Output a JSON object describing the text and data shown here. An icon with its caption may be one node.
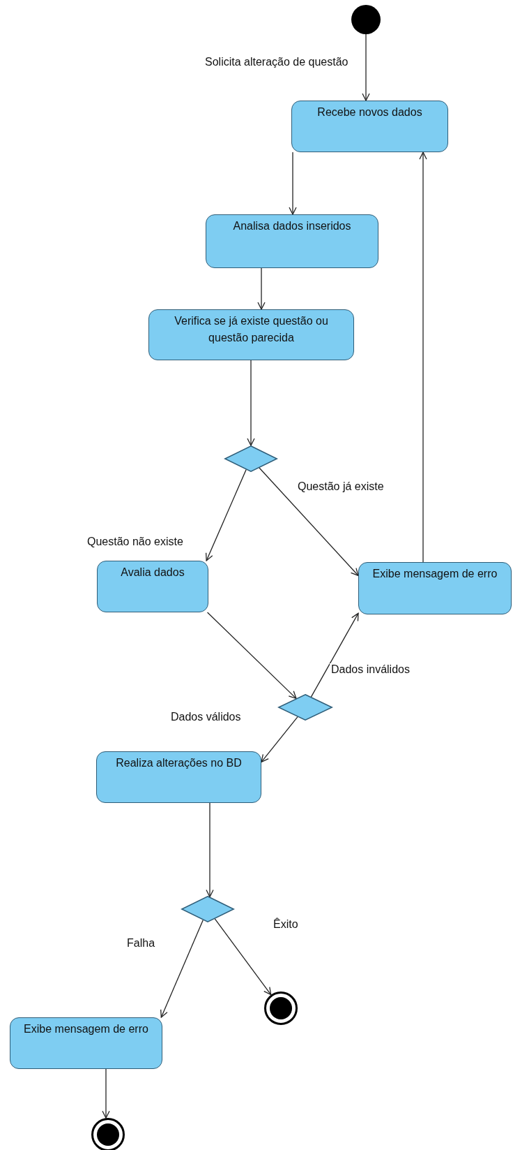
{
  "diagram": {
    "nodes": [
      {
        "text": [],
        "shape": "circle"
      },
      {
        "text": [
          "Recebe novos dados"
        ]
      },
      {
        "text": [
          "Analisa dados inseridos"
        ]
      },
      {
        "text": [
          "Verifica se já existe questão ou questão parecida"
        ]
      },
      {
        "text": [],
        "shape": "diamond"
      },
      {
        "text": [
          "Avalia dados"
        ]
      },
      {
        "text": [
          "Exibe mensagem de erro"
        ]
      },
      {
        "text": [],
        "shape": "diamond"
      },
      {
        "text": [
          "Realiza alterações no BD"
        ]
      },
      {
        "text": [],
        "shape": "diamond"
      },
      {
        "text": [
          "Exibe mensagem de erro"
        ]
      },
      {
        "text": [],
        "shape": "circle"
      },
      {
        "text": [],
        "shape": "circle"
      }
    ],
    "edges": [
      {
        "from": 0,
        "to": 1,
        "arrow": "to",
        "label": "Solicita alteração de questão"
      },
      {
        "from": 1,
        "to": 2,
        "arrow": "to"
      },
      {
        "from": 2,
        "to": 3,
        "arrow": "to"
      },
      {
        "from": 3,
        "to": 4,
        "arrow": "to"
      },
      {
        "from": 4,
        "to": 5,
        "arrow": "to",
        "label": "Questão não existe"
      },
      {
        "from": 4,
        "to": 6,
        "arrow": "to",
        "label": "Questão já existe"
      },
      {
        "from": 6,
        "to": 1,
        "arrow": "to"
      },
      {
        "from": 5,
        "to": 7,
        "arrow": "to"
      },
      {
        "from": 7,
        "to": 6,
        "arrow": "to",
        "label": "Dados inválidos"
      },
      {
        "from": 7,
        "to": 8,
        "arrow": "to",
        "label": "Dados válidos"
      },
      {
        "from": 8,
        "to": 9,
        "arrow": "to"
      },
      {
        "from": 9,
        "to": 10,
        "arrow": "to",
        "label": "Falha"
      },
      {
        "from": 9,
        "to": 11,
        "arrow": "to",
        "label": "Êxito"
      },
      {
        "from": 10,
        "to": 12,
        "arrow": "to"
      }
    ]
  }
}
